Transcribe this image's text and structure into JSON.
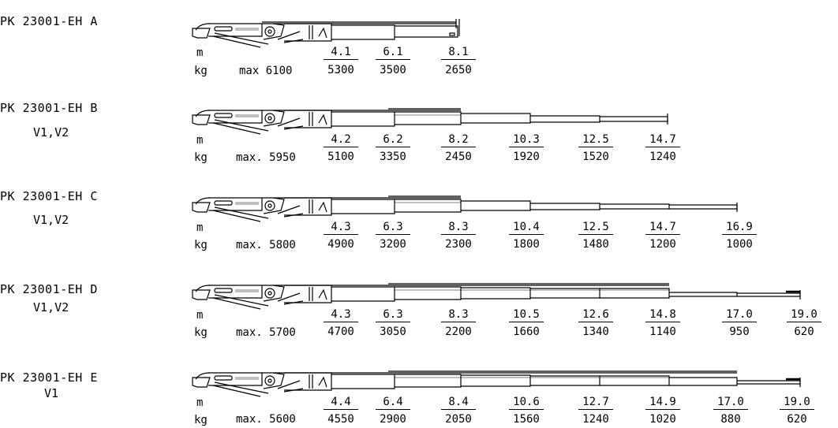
{
  "rows": [
    {
      "model": "PK 23001-EH A",
      "variant": "",
      "unit_m": "m",
      "unit_kg": "kg",
      "max": "max 6100",
      "columns": [
        {
          "reach": "4.1",
          "load": "5300"
        },
        {
          "reach": "6.1",
          "load": "3500"
        },
        {
          "reach": "8.1",
          "load": "2650"
        }
      ]
    },
    {
      "model": "PK 23001-EH B",
      "variant": "V1,V2",
      "unit_m": "m",
      "unit_kg": "kg",
      "max": "max. 5950",
      "columns": [
        {
          "reach": "4.2",
          "load": "5100"
        },
        {
          "reach": "6.2",
          "load": "3350"
        },
        {
          "reach": "8.2",
          "load": "2450"
        },
        {
          "reach": "10.3",
          "load": "1920"
        },
        {
          "reach": "12.5",
          "load": "1520"
        },
        {
          "reach": "14.7",
          "load": "1240"
        }
      ]
    },
    {
      "model": "PK 23001-EH C",
      "variant": "V1,V2",
      "unit_m": "m",
      "unit_kg": "kg",
      "max": "max. 5800",
      "columns": [
        {
          "reach": "4.3",
          "load": "4900"
        },
        {
          "reach": "6.3",
          "load": "3200"
        },
        {
          "reach": "8.3",
          "load": "2300"
        },
        {
          "reach": "10.4",
          "load": "1800"
        },
        {
          "reach": "12.5",
          "load": "1480"
        },
        {
          "reach": "14.7",
          "load": "1200"
        },
        {
          "reach": "16.9",
          "load": "1000"
        }
      ]
    },
    {
      "model": "PK 23001-EH D",
      "variant": "V1,V2",
      "unit_m": "m",
      "unit_kg": "kg",
      "max": "max. 5700",
      "columns": [
        {
          "reach": "4.3",
          "load": "4700"
        },
        {
          "reach": "6.3",
          "load": "3050"
        },
        {
          "reach": "8.3",
          "load": "2200"
        },
        {
          "reach": "10.5",
          "load": "1660"
        },
        {
          "reach": "12.6",
          "load": "1340"
        },
        {
          "reach": "14.8",
          "load": "1140"
        },
        {
          "reach": "17.0",
          "load": "950"
        },
        {
          "reach": "19.0",
          "load": "620"
        }
      ]
    },
    {
      "model": "PK 23001-EH E",
      "variant": "V1",
      "unit_m": "m",
      "unit_kg": "kg",
      "max": "max. 5600",
      "columns": [
        {
          "reach": "4.4",
          "load": "4550"
        },
        {
          "reach": "6.4",
          "load": "2900"
        },
        {
          "reach": "8.4",
          "load": "2050"
        },
        {
          "reach": "10.6",
          "load": "1560"
        },
        {
          "reach": "12.7",
          "load": "1240"
        },
        {
          "reach": "14.9",
          "load": "1020"
        },
        {
          "reach": "17.0",
          "load": "880"
        },
        {
          "reach": "19.0",
          "load": "620"
        }
      ]
    }
  ],
  "colors": {
    "ink": "#000000",
    "background": "#ffffff"
  }
}
